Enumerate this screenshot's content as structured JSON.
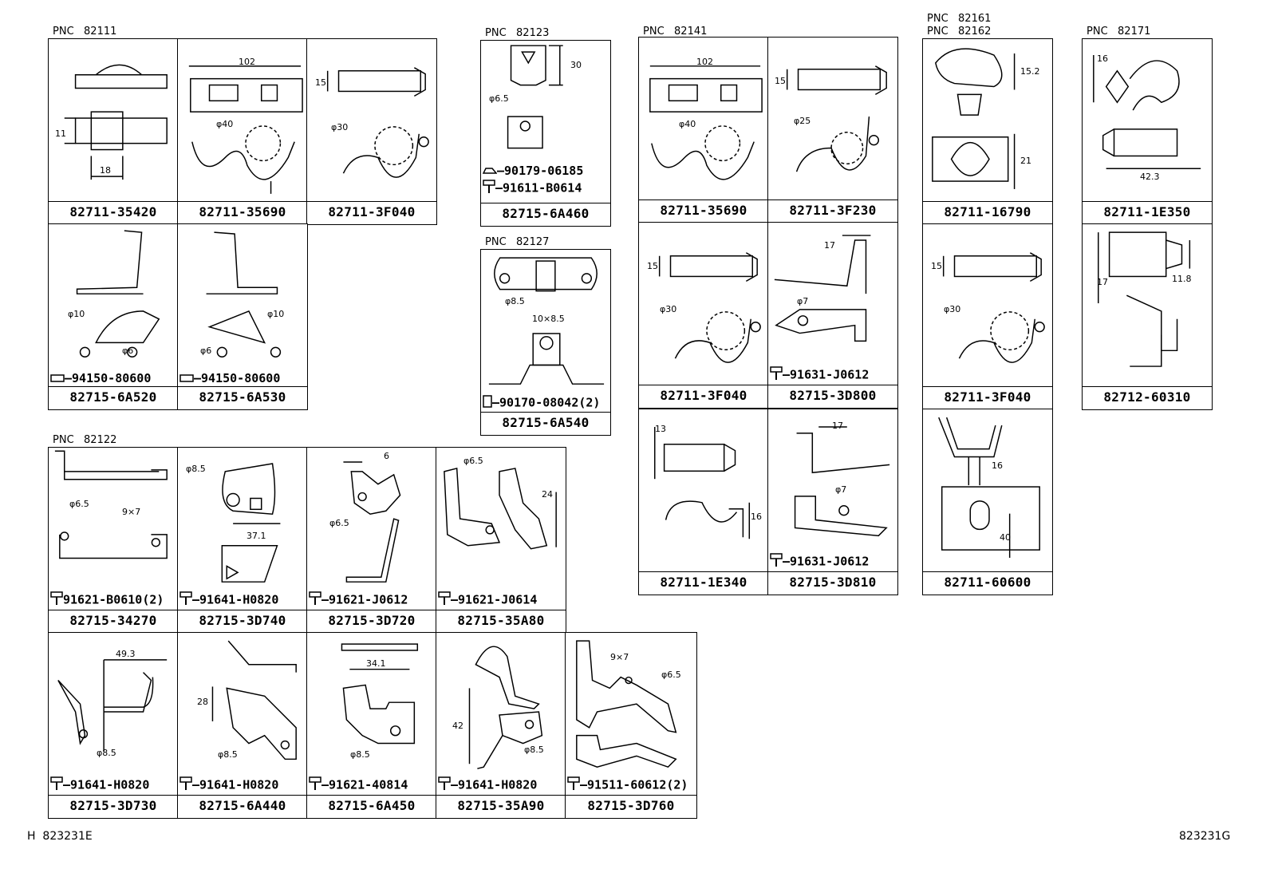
{
  "pnc_labels": [
    {
      "text": "PNC   82111"
    },
    {
      "text": "PNC   82123"
    },
    {
      "text": "PNC   82127"
    },
    {
      "text": "PNC   82141"
    },
    {
      "text": "PNC   82161"
    },
    {
      "text": "PNC   82162"
    },
    {
      "text": "PNC   82171"
    },
    {
      "text": "PNC   82122"
    }
  ],
  "parts": [
    {
      "pn": "82711-35420",
      "dims": [
        "11",
        "18"
      ]
    },
    {
      "pn": "82711-35690",
      "dims": [
        "102",
        "φ40"
      ]
    },
    {
      "pn": "82711-3F040",
      "dims": [
        "15",
        "φ30"
      ]
    },
    {
      "pn": "82715-6A520",
      "dims": [
        "φ10",
        "φ6"
      ],
      "bolt": "94150-80600"
    },
    {
      "pn": "82715-6A530",
      "dims": [
        "φ10",
        "φ6"
      ],
      "bolt": "94150-80600"
    },
    {
      "pn": "82715-6A460",
      "dims": [
        "30",
        "φ6.5"
      ],
      "bolts": [
        "90179-06185",
        "91611-B0614"
      ]
    },
    {
      "pn": "82715-6A540",
      "dims": [
        "φ8.5",
        "10×8.5"
      ],
      "bolt": "90170-08042(2)"
    },
    {
      "pn": "82711-35690",
      "dims": [
        "102",
        "φ40"
      ]
    },
    {
      "pn": "82711-3F230",
      "dims": [
        "15",
        "φ25"
      ]
    },
    {
      "pn": "82711-3F040",
      "dims": [
        "15",
        "φ30"
      ]
    },
    {
      "pn": "82715-3D800",
      "dims": [
        "17",
        "φ7"
      ],
      "bolt": "91631-J0612"
    },
    {
      "pn": "82711-1E340",
      "dims": [
        "13",
        "16"
      ]
    },
    {
      "pn": "82715-3D810",
      "dims": [
        "17",
        "φ7"
      ],
      "bolt": "91631-J0612"
    },
    {
      "pn": "82711-16790",
      "dims": [
        "15.2",
        "21"
      ]
    },
    {
      "pn": "82711-3F040",
      "dims": [
        "15",
        "φ30"
      ]
    },
    {
      "pn": "82711-60600",
      "dims": [
        "16",
        "40"
      ]
    },
    {
      "pn": "82711-1E350",
      "dims": [
        "16",
        "42.3"
      ]
    },
    {
      "pn": "82712-60310",
      "dims": [
        "17",
        "11.8"
      ]
    },
    {
      "pn": "82715-34270",
      "dims": [
        "φ6.5",
        "9×7"
      ],
      "bolt": "91621-B0610(2)"
    },
    {
      "pn": "82715-3D740",
      "dims": [
        "φ8.5",
        "37.1"
      ],
      "bolt": "91641-H0820"
    },
    {
      "pn": "82715-3D720",
      "dims": [
        "6",
        "φ6.5"
      ],
      "bolt": "91621-J0612"
    },
    {
      "pn": "82715-35A80",
      "dims": [
        "φ6.5",
        "24"
      ],
      "bolt": "91621-J0614"
    },
    {
      "pn": "82715-3D730",
      "dims": [
        "49.3",
        "φ8.5"
      ],
      "bolt": "91641-H0820"
    },
    {
      "pn": "82715-6A440",
      "dims": [
        "28",
        "φ8.5"
      ],
      "bolt": "91641-H0820"
    },
    {
      "pn": "82715-6A450",
      "dims": [
        "34.1",
        "φ8.5"
      ],
      "bolt": "91621-40814"
    },
    {
      "pn": "82715-35A90",
      "dims": [
        "42",
        "φ8.5"
      ],
      "bolt": "91641-H0820"
    },
    {
      "pn": "82715-3D760",
      "dims": [
        "9×7",
        "φ6.5"
      ],
      "bolt": "91511-60612(2)"
    }
  ],
  "footer": {
    "left": "H  823231E",
    "right": "823231G"
  }
}
